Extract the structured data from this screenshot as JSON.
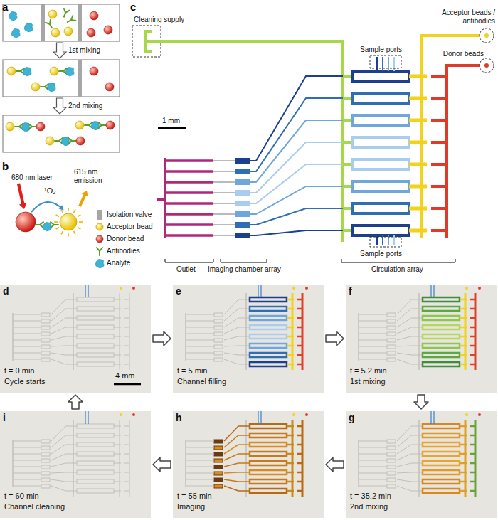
{
  "diagram": {
    "nodes": [
      {
        "text": [
          "d",
          "t = 0 min",
          "Cycle starts",
          "4 mm"
        ]
      },
      {
        "text": [
          "e",
          "t = 5 min",
          "Channel filling"
        ]
      },
      {
        "text": [
          "f",
          "t = 5.2 min",
          "1st mixing"
        ]
      },
      {
        "text": [
          "g",
          "t = 35.2 min",
          "2nd mixing"
        ]
      },
      {
        "text": [
          "h",
          "t = 55 min",
          "Imaging"
        ]
      },
      {
        "text": [
          "i",
          "t = 60 min",
          "Channel cleaning"
        ]
      }
    ],
    "edges": [
      {
        "from": 0,
        "to": 1,
        "arrow": "to"
      },
      {
        "from": 1,
        "to": 2,
        "arrow": "to"
      },
      {
        "from": 2,
        "to": 3,
        "arrow": "to"
      },
      {
        "from": 3,
        "to": 4,
        "arrow": "to"
      },
      {
        "from": 4,
        "to": 5,
        "arrow": "to"
      },
      {
        "from": 5,
        "to": 0,
        "arrow": "to"
      }
    ],
    "labels": [
      "a",
      "1st mixing",
      "2nd mixing",
      "b",
      "680 nm laser",
      "¹O₂",
      "615 nm emission",
      "c",
      "Cleaning supply",
      "1 mm",
      "Sample ports",
      "Acceptor beads / antibodies",
      "Donor beads",
      "Outlet",
      "Imaging chamber array",
      "Sample ports",
      "Circulation array"
    ],
    "legend": [
      {
        "text": "Isolation valve",
        "color": "#a6a6a6"
      },
      {
        "text": "Acceptor bead"
      },
      {
        "text": "Donor bead"
      },
      {
        "text": "Antibodies"
      },
      {
        "text": "Analyte"
      }
    ]
  }
}
